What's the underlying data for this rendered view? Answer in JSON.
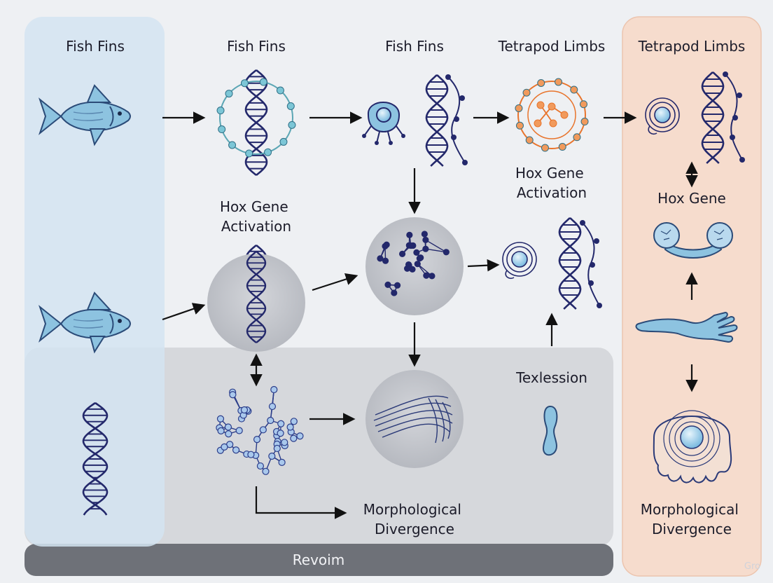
{
  "columns": {
    "col1": "Fish Fins",
    "col2": "Fish Fins",
    "col3": "Fish Fins",
    "col4": "Tetrapod Limbs",
    "col5": "Tetrapod Limbs"
  },
  "labels": {
    "hox_activation_left": [
      "Hox Gene",
      "Activation"
    ],
    "hox_activation_right": [
      "Hox Gene",
      "Activation"
    ],
    "hox_gene": "Hox Gene",
    "texlession": "Texlession",
    "morph_center": [
      "Morphological",
      "Divergence"
    ],
    "morph_right": [
      "Morphological",
      "Divergence"
    ]
  },
  "footer": {
    "bar_label": "Revoim"
  },
  "watermark": "Gro",
  "colors": {
    "background": "#eef0f3",
    "left_panel": "#dbe8f2",
    "right_panel": "#f5ddd0",
    "bottom_panel": "#d6d8dc",
    "footer_bar": "#6e7178",
    "dna_navy": "#23286b",
    "accent_blue": "#8dc3e0",
    "accent_orange": "#e8742c",
    "teal": "#5ba6b4"
  },
  "icons": [
    "fish-icon",
    "dna-icon",
    "cell-ring-icon",
    "cell-nucleus-icon",
    "network-icon",
    "fin-rays-icon",
    "limb-icon",
    "bone-icon",
    "tissue-cell-icon",
    "arrow-icon"
  ]
}
